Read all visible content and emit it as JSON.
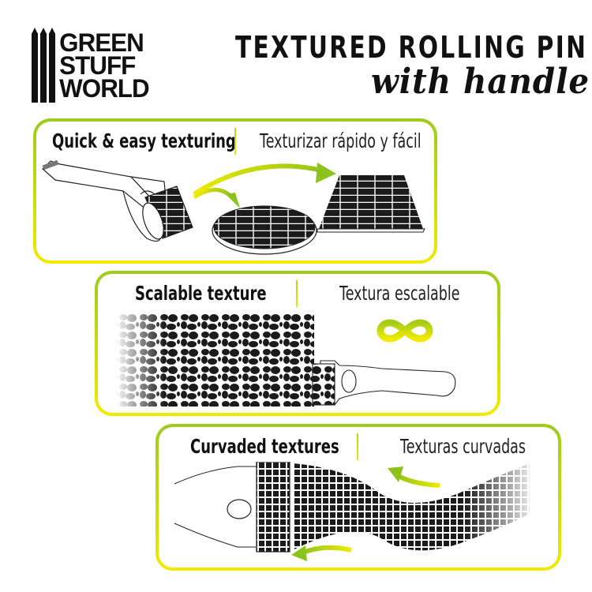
{
  "brand": {
    "logo_lines": [
      "GREEN",
      "STUFF",
      "WORLD"
    ]
  },
  "header": {
    "title": "TEXTURED ROLLING PIN",
    "subtitle": "with handle"
  },
  "panels": [
    {
      "heading_en": "Quick & easy texturing",
      "heading_es": "Texturizar rápido y fácil",
      "illustration": [
        "rolling-pin-icon",
        "curved-arrow-icon",
        "round-base-brick-texture",
        "curved-arrow-icon",
        "square-brick-texture"
      ]
    },
    {
      "heading_en": "Scalable texture",
      "heading_es": "Textura escalable",
      "illustration": [
        "cobblestone-texture-strip",
        "rolling-pin-icon",
        "infinity-icon"
      ]
    },
    {
      "heading_en": "Curvaded textures",
      "heading_es": "Texturas curvadas",
      "illustration": [
        "rolling-pin-icon",
        "curved-cobble-texture",
        "curved-arrow-left-icon",
        "curved-arrow-left-icon"
      ]
    }
  ],
  "colors": {
    "accent_top": "#9ccc1c",
    "accent_bottom": "#f2ea00",
    "ink": "#111111"
  }
}
